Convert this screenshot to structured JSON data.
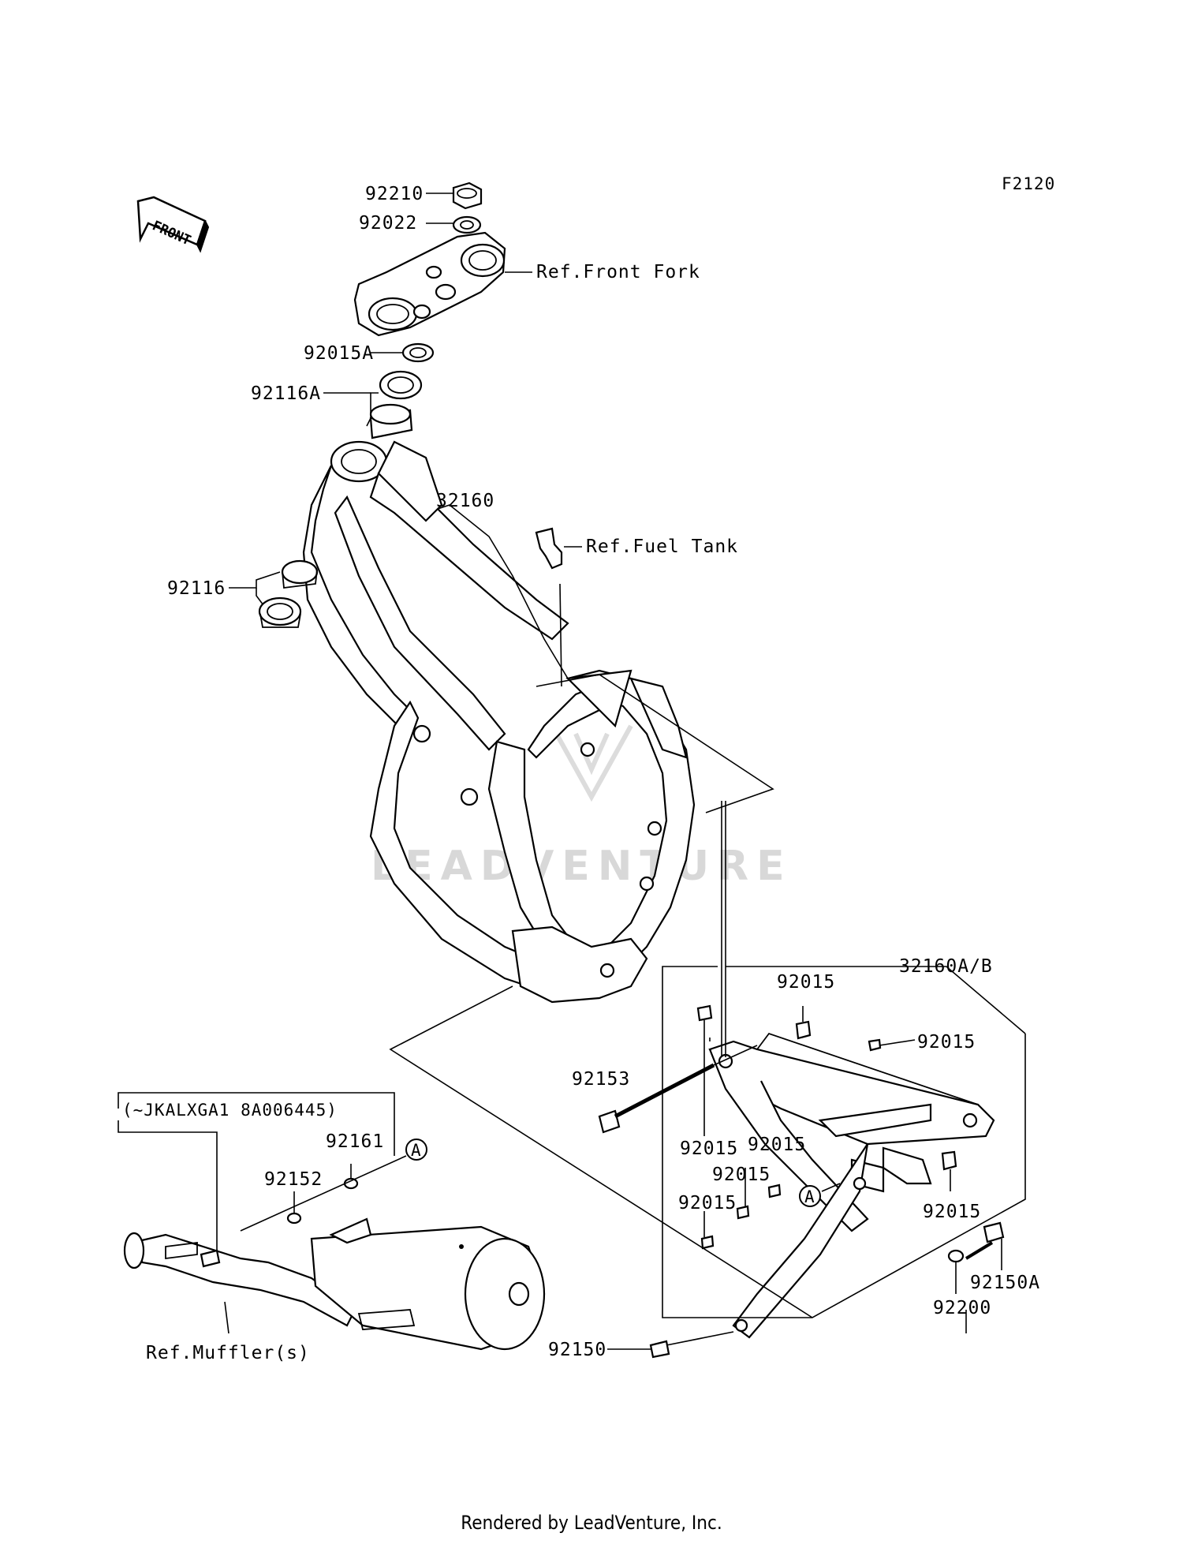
{
  "diagram": {
    "code": "F2120",
    "front_arrow_label": "FRONT",
    "watermark": "LEADVENTURE",
    "serial_note": "(~JKALXGA1 8A006445)",
    "callout_marker": "A",
    "part_labels": {
      "p92210": "92210",
      "p92022": "92022",
      "ref_front_fork": "Ref.Front Fork",
      "p92015A": "92015A",
      "p92116A": "92116A",
      "p32160": "32160",
      "ref_fuel_tank": "Ref.Fuel Tank",
      "p92116": "92116",
      "p32160AB": "32160A/B",
      "p92015": "92015",
      "p92153": "92153",
      "p92161": "92161",
      "p92152": "92152",
      "p92150A": "92150A",
      "p92200": "92200",
      "p92150": "92150",
      "ref_muffler": "Ref.Muffler(s)"
    }
  },
  "footer": {
    "text": "Rendered by LeadVenture, Inc."
  }
}
